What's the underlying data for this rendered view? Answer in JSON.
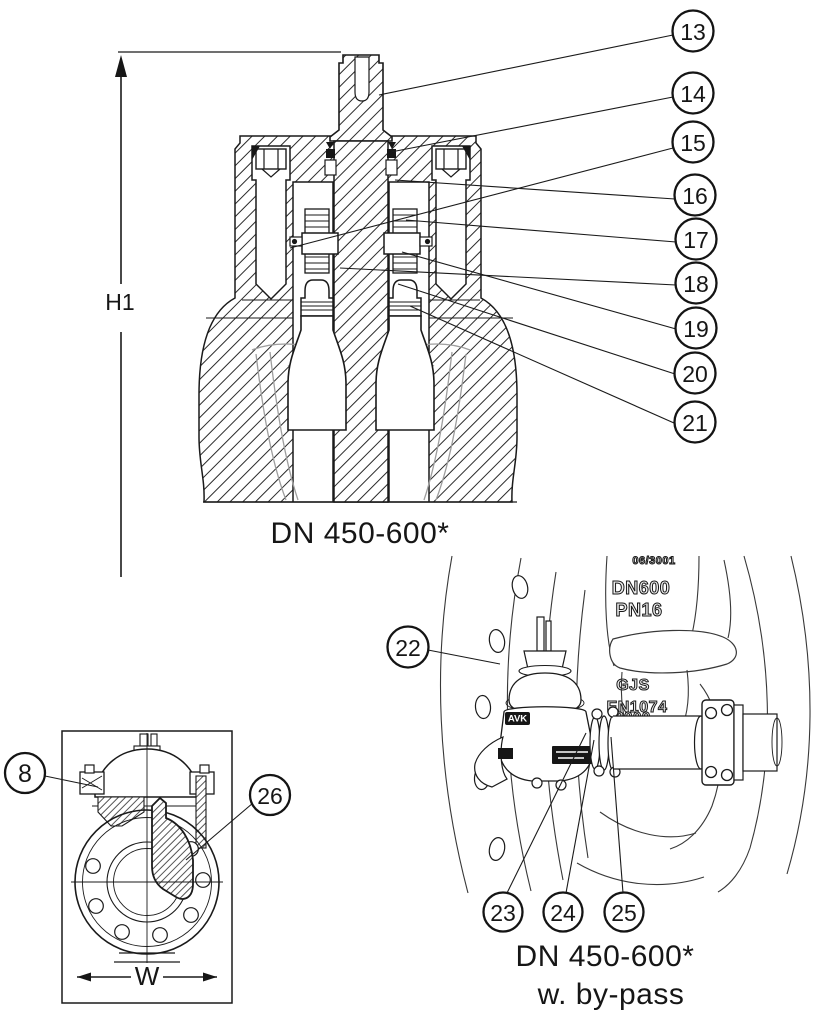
{
  "diagram": {
    "background": "#ffffff",
    "line_color": "#1a1a1a",
    "soft_line_color": "#9e9e9e"
  },
  "main_view": {
    "caption": "DN 450-600*",
    "height_dim_label": "H1",
    "callouts": [
      {
        "label": "13"
      },
      {
        "label": "14"
      },
      {
        "label": "15"
      },
      {
        "label": "16"
      },
      {
        "label": "17"
      },
      {
        "label": "18"
      },
      {
        "label": "19"
      },
      {
        "label": "20"
      },
      {
        "label": "21"
      }
    ]
  },
  "front_view": {
    "width_dim_label": "W",
    "callouts": [
      {
        "label": "8"
      },
      {
        "label": "26"
      }
    ]
  },
  "bypass_view": {
    "caption_line1": "DN 450-600*",
    "caption_line2": "w. by-pass",
    "valve_logo": "AVK",
    "casting_marks": {
      "series_partial": "06/3001",
      "size": "DN600",
      "pressure": "PN16",
      "material": "GJS",
      "standard": "EN1074",
      "year_partial": "2000"
    },
    "callouts": [
      {
        "label": "22"
      },
      {
        "label": "23"
      },
      {
        "label": "24"
      },
      {
        "label": "25"
      }
    ]
  }
}
